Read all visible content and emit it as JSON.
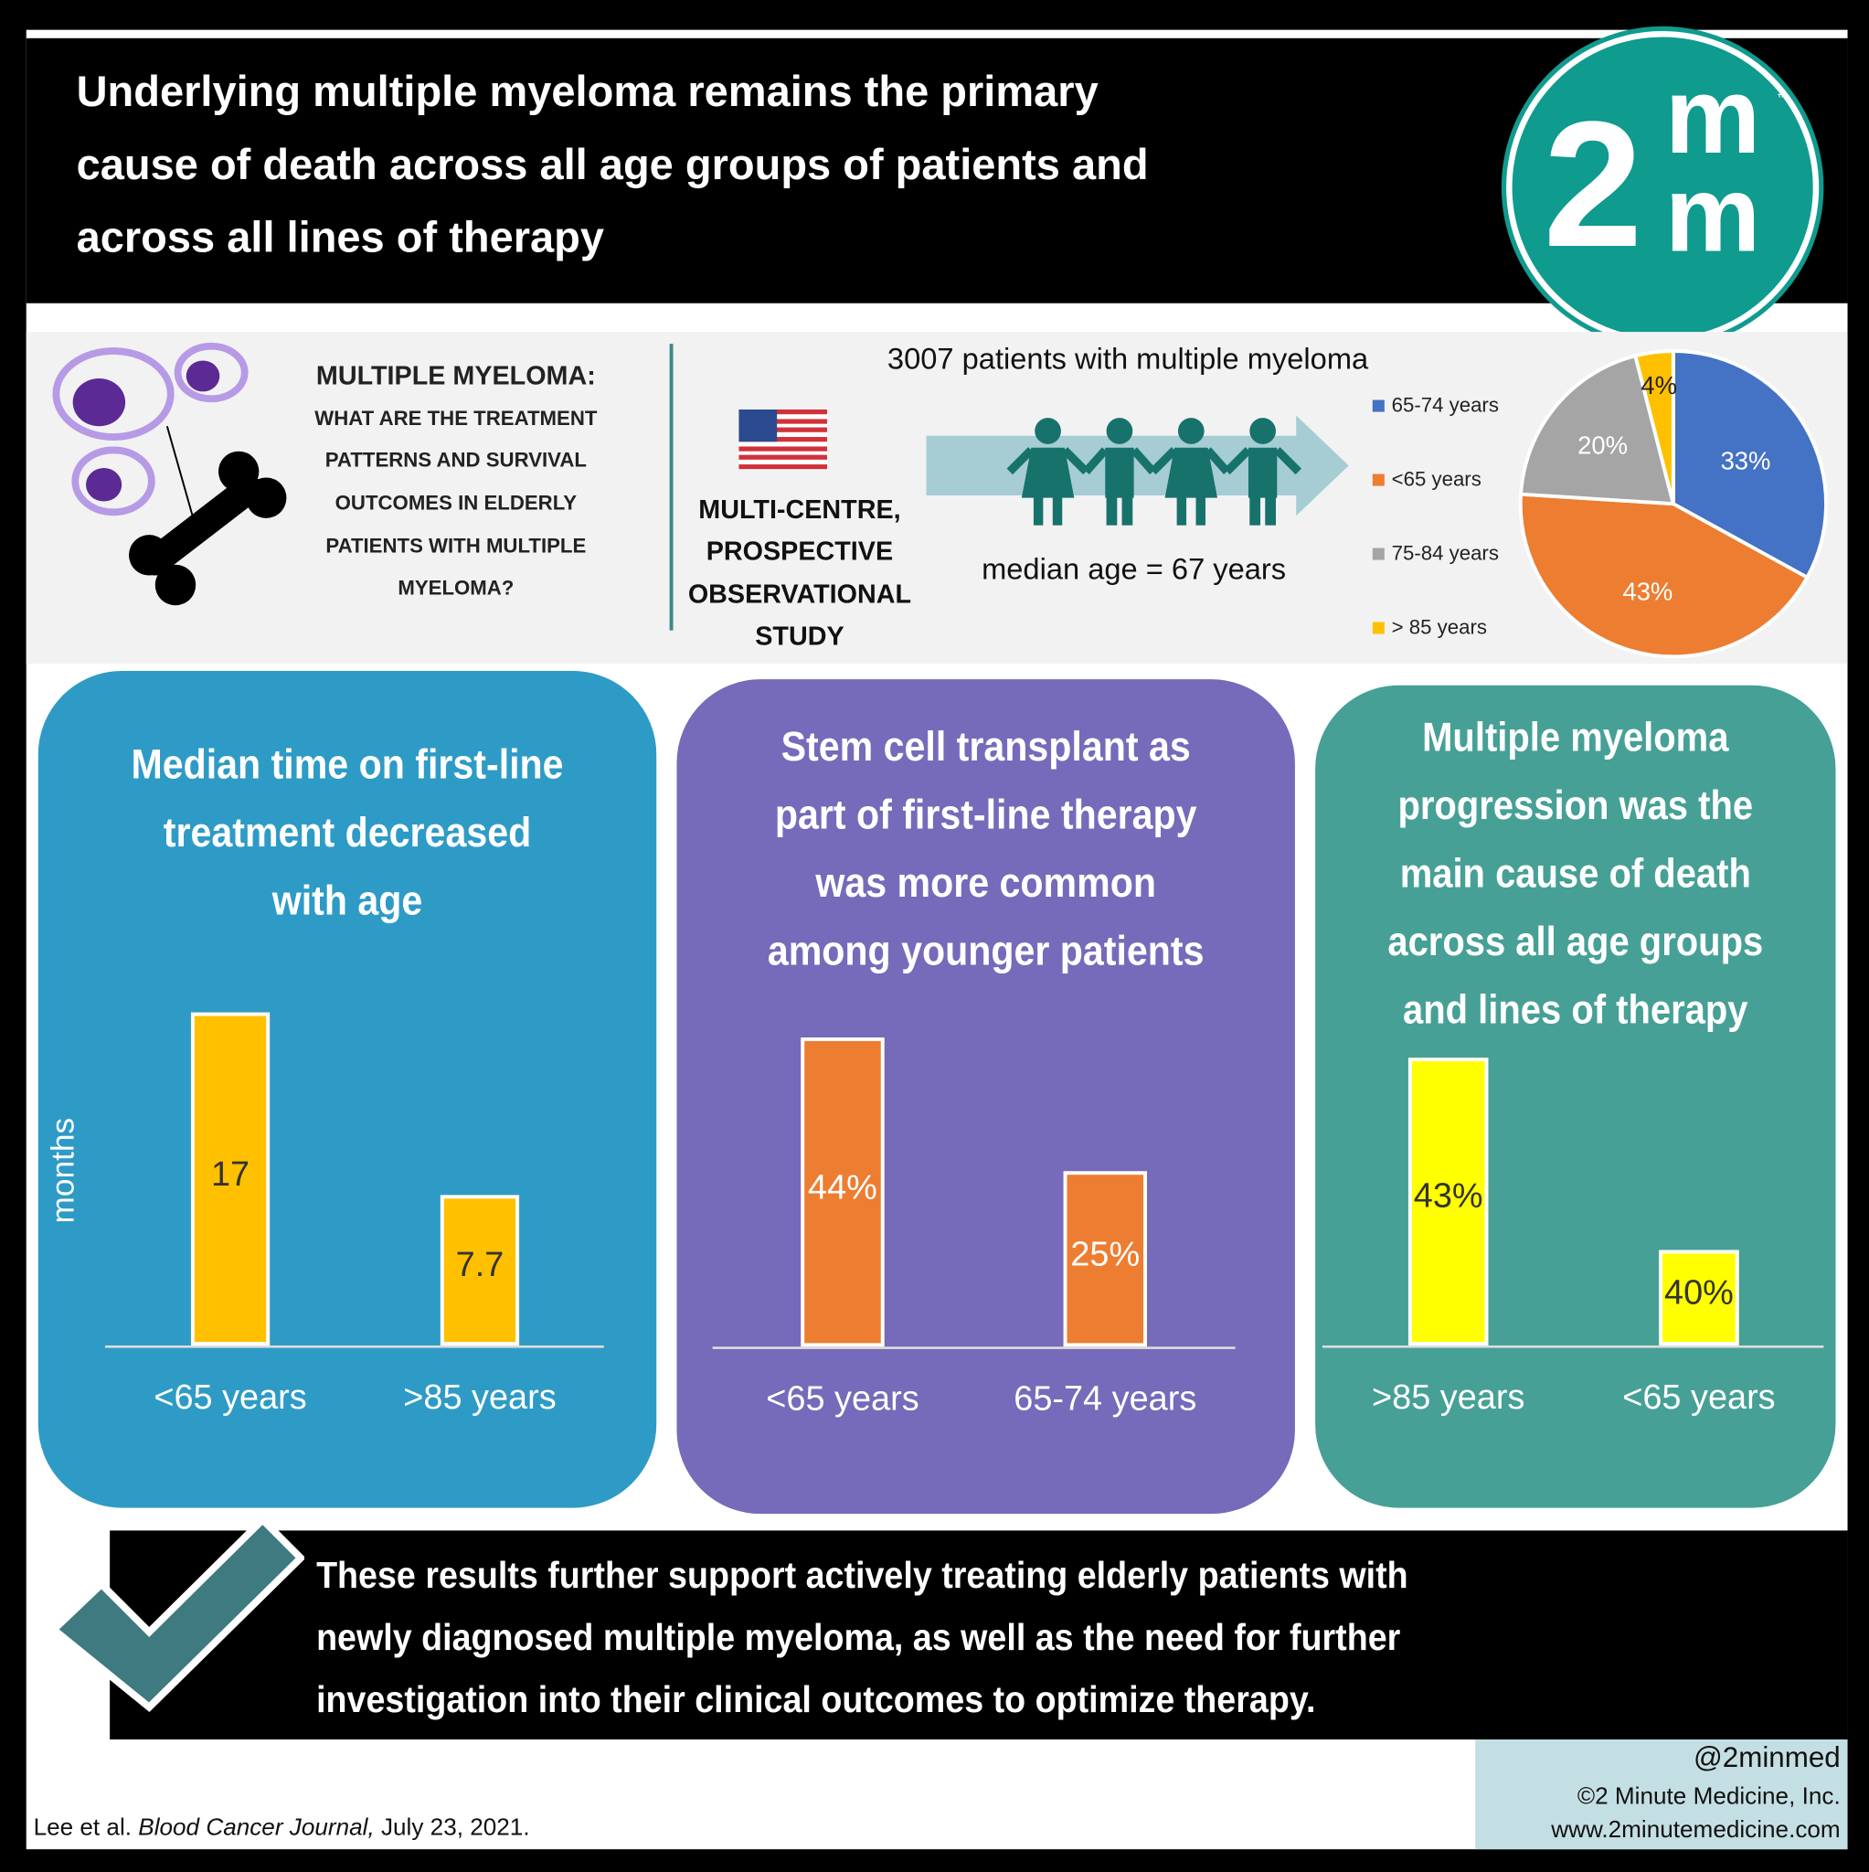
{
  "header": {
    "title_lines": [
      "Underlying multiple myeloma remains the primary",
      "cause of death across all age groups of patients and",
      "across all lines of therapy"
    ],
    "logo": {
      "main": "2",
      "sup_top": "m",
      "sup_bottom": "m",
      "tm": "™"
    }
  },
  "question": {
    "heading": "MULTIPLE MYELOMA:",
    "lines": [
      "WHAT ARE THE TREATMENT",
      "PATTERNS AND SURVIVAL",
      "OUTCOMES IN ELDERLY",
      "PATIENTS WITH MULTIPLE",
      "MYELOMA?"
    ]
  },
  "study": {
    "design_lines": [
      "MULTI-CENTRE,",
      "PROSPECTIVE",
      "OBSERVATIONAL",
      "STUDY"
    ],
    "flag_icon": "us-flag-icon",
    "patients": "3007 patients with multiple myeloma",
    "median_age": "median age = 67 years"
  },
  "chart_data": [
    {
      "type": "pie",
      "categories": [
        "65-74 years",
        "<65 years",
        "75-84 years",
        "> 85 years"
      ],
      "values": [
        33,
        43,
        20,
        4
      ],
      "labels": [
        "33%",
        "43%",
        "20%",
        "4%"
      ],
      "colors": [
        "#4472c4",
        "#ed7d31",
        "#a5a5a5",
        "#ffc000"
      ],
      "legend": "left"
    },
    {
      "type": "bar",
      "title": "Median time on first-line treatment decreased with age",
      "title_lines": [
        "Median time on first-line",
        "treatment decreased",
        "with age"
      ],
      "ylabel": "months",
      "categories": [
        "<65 years",
        ">85 years"
      ],
      "values": [
        17,
        7.7
      ],
      "labels": [
        "17",
        "7.7"
      ],
      "ylim": [
        0,
        20
      ],
      "bar_color": "#ffc000",
      "panel_color": "#2e9bc6",
      "label_color": "#333333"
    },
    {
      "type": "bar",
      "title": "Stem cell transplant as part of first-line therapy was more common among younger patients",
      "title_lines": [
        "Stem cell transplant as",
        "part of first-line therapy",
        "was more common",
        "among younger patients"
      ],
      "categories": [
        "<65 years",
        "65-74 years"
      ],
      "values": [
        44,
        25
      ],
      "labels": [
        "44%",
        "25%"
      ],
      "ylim": [
        0,
        50
      ],
      "bar_color": "#ed7d31",
      "panel_color": "#756bba",
      "label_color": "#ffffff"
    },
    {
      "type": "bar",
      "title": "Multiple myeloma progression was the main cause of death across all age groups and lines of therapy",
      "title_lines": [
        "Multiple myeloma",
        "progression was the",
        "main cause of death",
        "across all age groups",
        "and lines of therapy"
      ],
      "categories": [
        ">85 years",
        "<65 years"
      ],
      "values": [
        43,
        40
      ],
      "labels": [
        "43%",
        "40%"
      ],
      "ylim": [
        38.5,
        44
      ],
      "bar_color": "#ffff00",
      "panel_color": "#46a096",
      "label_color": "#333333"
    }
  ],
  "conclusion": {
    "lines": [
      "These results further support actively treating elderly patients with",
      "newly diagnosed multiple myeloma, as well as the need for further",
      "investigation into their clinical outcomes to optimize therapy."
    ],
    "icon": "checkmark-icon"
  },
  "citation": {
    "authors": "Lee et al. ",
    "journal": "Blood Cancer Journal,",
    "date": " July 23, 2021."
  },
  "credits": {
    "handle": "@2minmed",
    "copyright": "©2 Minute Medicine, Inc.",
    "website": "www.2minutemedicine.com"
  }
}
